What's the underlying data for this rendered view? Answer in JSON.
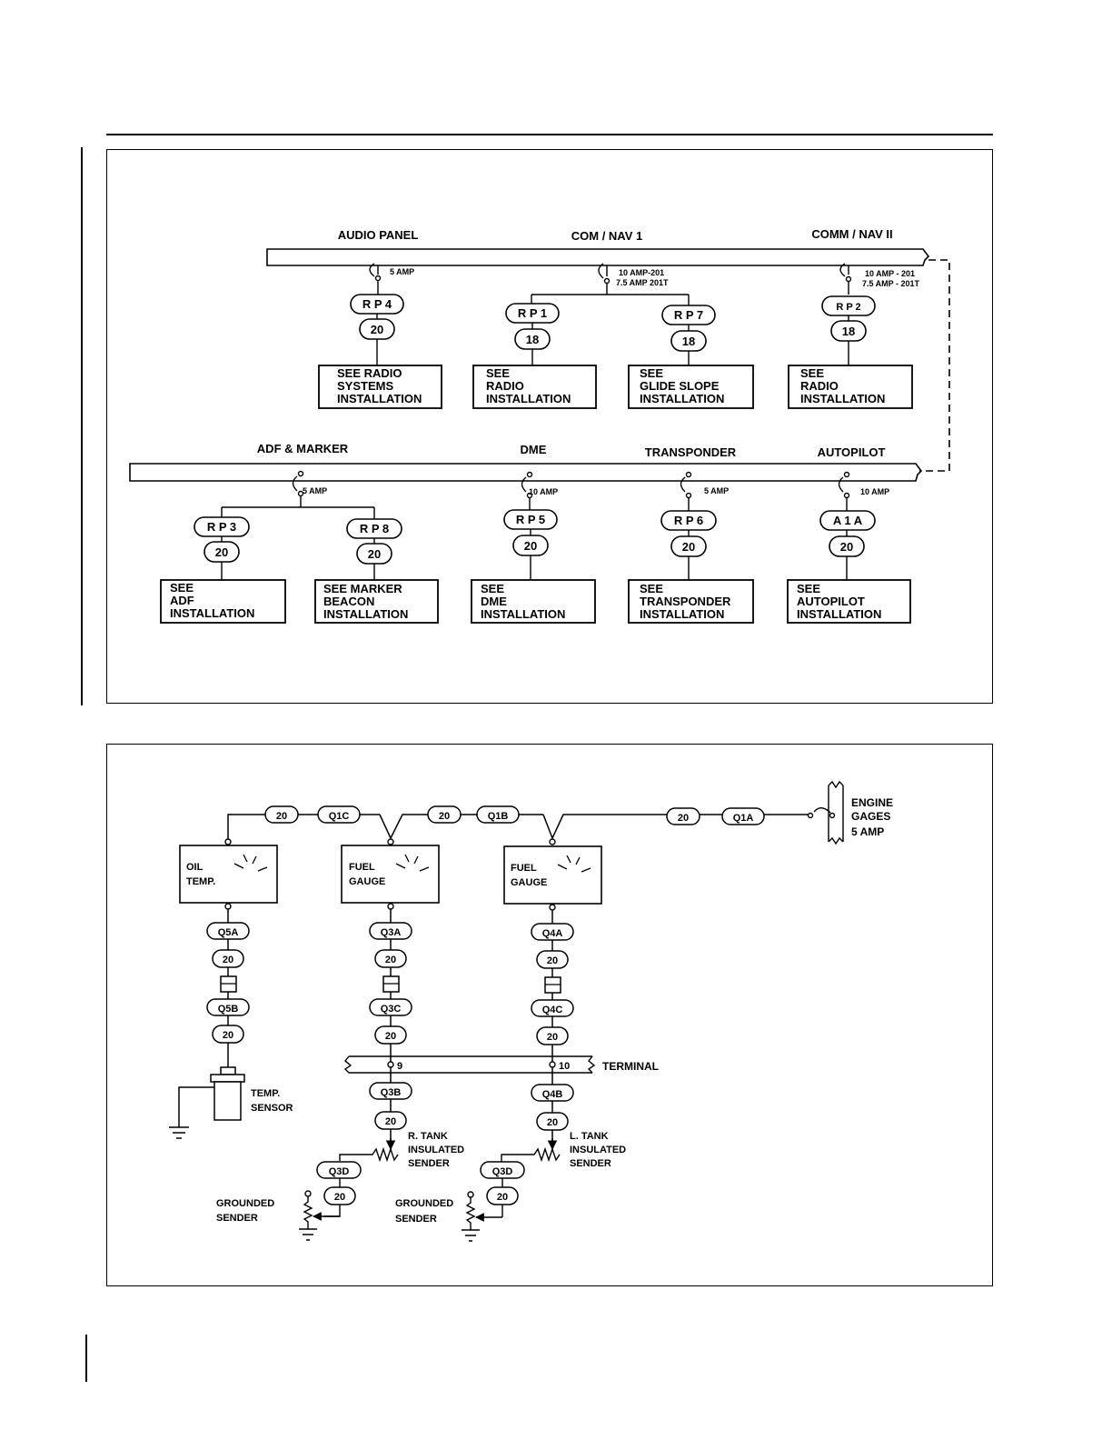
{
  "avionics": {
    "bus_upper": {
      "labels": [
        "AUDIO PANEL",
        "COM / NAV 1",
        "COMM / NAV II"
      ],
      "breakers": [
        {
          "rating": [
            "5 AMP"
          ]
        },
        {
          "rating": [
            "10 AMP-201",
            "7.5 AMP 201T"
          ]
        },
        {
          "rating": [
            "10 AMP - 201",
            "7.5 AMP - 201T"
          ]
        }
      ],
      "branches": [
        {
          "tag": "R P 4",
          "wire": "20",
          "note": [
            "SEE RADIO",
            "SYSTEMS",
            "INSTALLATION"
          ]
        },
        {
          "tag": "R P 1",
          "wire": "18",
          "note": [
            "SEE",
            "RADIO",
            "INSTALLATION"
          ]
        },
        {
          "tag": "R P 7",
          "wire": "18",
          "note": [
            "SEE",
            "GLIDE SLOPE",
            "INSTALLATION"
          ]
        },
        {
          "tag": "R P 2",
          "wire": "18",
          "note": [
            "SEE",
            "RADIO",
            "INSTALLATION"
          ]
        }
      ]
    },
    "bus_lower": {
      "labels": [
        "ADF & MARKER",
        "DME",
        "TRANSPONDER",
        "AUTOPILOT"
      ],
      "breakers": [
        {
          "rating": [
            "5 AMP"
          ]
        },
        {
          "rating": [
            "10 AMP"
          ]
        },
        {
          "rating": [
            "5 AMP"
          ]
        },
        {
          "rating": [
            "10 AMP"
          ]
        }
      ],
      "branches": [
        {
          "tag": "R P 3",
          "wire": "20",
          "note": [
            "SEE",
            "ADF",
            "INSTALLATION"
          ]
        },
        {
          "tag": "R P 8",
          "wire": "20",
          "note": [
            "SEE MARKER",
            "BEACON",
            "INSTALLATION"
          ]
        },
        {
          "tag": "R P 5",
          "wire": "20",
          "note": [
            "SEE",
            "DME",
            "INSTALLATION"
          ]
        },
        {
          "tag": "R P 6",
          "wire": "20",
          "note": [
            "SEE",
            "TRANSPONDER",
            "INSTALLATION"
          ]
        },
        {
          "tag": "A 1 A",
          "wire": "20",
          "note": [
            "SEE",
            "AUTOPILOT",
            "INSTALLATION"
          ]
        }
      ]
    }
  },
  "engine": {
    "source": [
      "ENGINE",
      "GAGES",
      "5 AMP"
    ],
    "feed": [
      {
        "wire": "20",
        "tag": "Q1C"
      },
      {
        "wire": "20",
        "tag": "Q1B"
      },
      {
        "wire": "20",
        "tag": "Q1A"
      }
    ],
    "gauges": [
      {
        "label": [
          "OIL",
          "TEMP."
        ]
      },
      {
        "label": [
          "FUEL",
          "GAUGE"
        ]
      },
      {
        "label": [
          "FUEL",
          "GAUGE"
        ]
      }
    ],
    "oil_chain": [
      "Q5A",
      "20",
      "Q5B",
      "20"
    ],
    "right_chain": [
      "Q3A",
      "20",
      "Q3C",
      "20"
    ],
    "left_chain": [
      "Q4A",
      "20",
      "Q4C",
      "20"
    ],
    "terminal": {
      "label": "TERMINAL",
      "pins": [
        "9",
        "10"
      ]
    },
    "sensor": [
      "TEMP.",
      "SENSOR"
    ],
    "right_sender": {
      "tag": "Q3B",
      "wire": "20",
      "label": [
        "R. TANK",
        "INSULATED",
        "SENDER"
      ]
    },
    "left_sender": {
      "tag": "Q4B",
      "wire": "20",
      "label": [
        "L. TANK",
        "INSULATED",
        "SENDER"
      ]
    },
    "grounded": [
      {
        "tag": "Q3D",
        "wire": "20",
        "label": [
          "GROUNDED",
          "SENDER"
        ]
      },
      {
        "tag": "Q3D",
        "wire": "20",
        "label": [
          "GROUNDED",
          "SENDER"
        ]
      }
    ]
  }
}
